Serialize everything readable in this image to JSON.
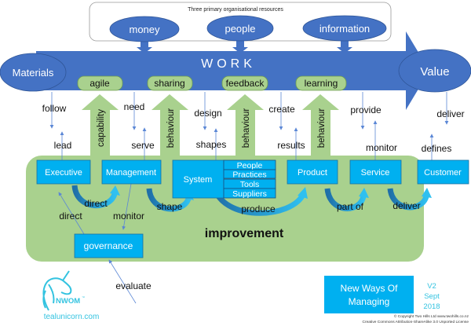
{
  "resources": {
    "title": "Three primary  organisational resources",
    "items": [
      "money",
      "people",
      "information"
    ]
  },
  "work": {
    "label": "WORK",
    "start": "Materials",
    "end": "Value"
  },
  "values": [
    "agile",
    "sharing",
    "feedback",
    "learning"
  ],
  "up_arrows": [
    "capability",
    "behaviour",
    "behaviour",
    "behaviour"
  ],
  "relations": {
    "follow": "follow",
    "lead": "lead",
    "need": "need",
    "serve": "serve",
    "design": "design",
    "shapes": "shapes",
    "create": "create",
    "results": "results",
    "provide": "provide",
    "monitor_top": "monitor",
    "deliver_top": "deliver",
    "defines": "defines"
  },
  "boxes": {
    "executive": "Executive",
    "management": "Management",
    "system": "System",
    "system_parts": [
      "People",
      "Practices",
      "Tools",
      "Suppliers"
    ],
    "product": "Product",
    "service": "Service",
    "customer": "Customer",
    "governance": "governance"
  },
  "flow_labels": {
    "direct_curve": "direct",
    "direct": "direct",
    "monitor": "monitor",
    "shape": "shape",
    "produce": "produce",
    "part_of": "part of",
    "deliver": "deliver",
    "evaluate": "evaluate"
  },
  "improvement": "improvement",
  "logo": {
    "brand": "NWOM",
    "tm": "™",
    "site": "tealunicorn.com"
  },
  "title_box": {
    "line1": "New Ways Of",
    "line2": "Managing"
  },
  "version": {
    "v": "V2",
    "month": "Sept",
    "year": "2018"
  },
  "copyright": {
    "line1": "© Copyright Two Hills Ltd www.twohills.co.nz",
    "line2": "Creative Commons Attribution-ShareAlike 3.0 Unported License"
  },
  "colors": {
    "work_blue": "#4472c4",
    "box_cyan": "#00b0f0",
    "green": "#a9d18e",
    "teal": "#33c3e0"
  }
}
